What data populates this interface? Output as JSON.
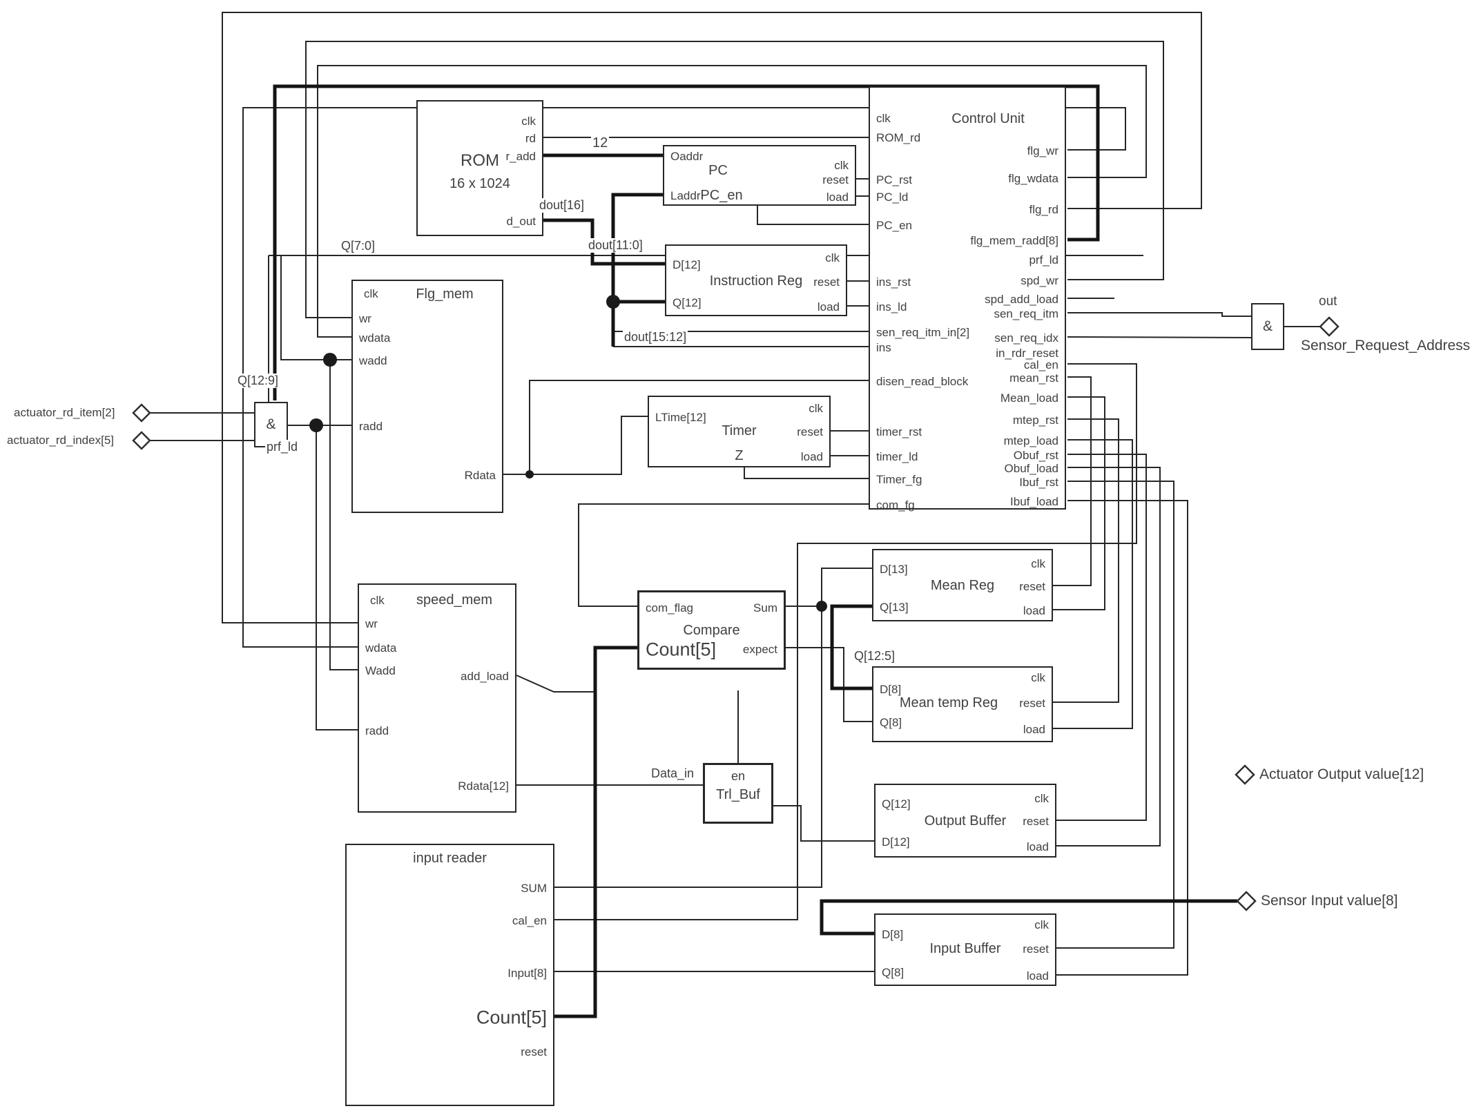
{
  "blocks": {
    "rom": {
      "title": "ROM",
      "subtitle": "16 x 1024",
      "right_ports": [
        "clk",
        "rd",
        "r_add",
        "d_out"
      ]
    },
    "pc": {
      "title": "PC",
      "subtitle": "PC_en",
      "left_ports": [
        "Oaddr",
        "Laddr"
      ],
      "right_ports": [
        "clk",
        "reset",
        "load"
      ]
    },
    "cu": {
      "title": "Control Unit",
      "left_ports": [
        "clk",
        "ROM_rd",
        "PC_rst",
        "PC_ld",
        "PC_en",
        "ins_rst",
        "ins_ld",
        "sen_req_itm_in[2]",
        "ins",
        "disen_read_block",
        "timer_rst",
        "timer_ld",
        "Timer_fg",
        "com_fg"
      ],
      "right_ports": [
        "flg_wr",
        "flg_wdata",
        "flg_rd",
        "flg_mem_radd[8]",
        "prf_ld",
        "spd_wr",
        "spd_add_load",
        "sen_req_itm",
        "sen_req_idx",
        "in_rdr_reset",
        "cal_en",
        "mean_rst",
        "Mean_load",
        "mtep_rst",
        "mtep_load",
        "Obuf_rst",
        "Obuf_load",
        "Ibuf_rst",
        "Ibuf_load"
      ]
    },
    "ir": {
      "title": "Instruction Reg",
      "left_ports": [
        "D[12]",
        "Q[12]"
      ],
      "right_ports": [
        "clk",
        "reset",
        "load"
      ]
    },
    "timer": {
      "title": "Timer",
      "subtitle": "Z",
      "left_ports": [
        "LTime[12]"
      ],
      "right_ports": [
        "clk",
        "reset",
        "load"
      ]
    },
    "flg": {
      "title": "Flg_mem",
      "corner": "clk",
      "left_ports": [
        "wr",
        "wdata",
        "wadd",
        "radd"
      ],
      "right_ports": [
        "Rdata"
      ]
    },
    "spd": {
      "title": "speed_mem",
      "corner": "clk",
      "left_ports": [
        "wr",
        "wdata",
        "Wadd",
        "radd"
      ],
      "right_ports": [
        "add_load",
        "Rdata[12]"
      ]
    },
    "cmp": {
      "title": "Compare",
      "left_ports": [
        "com_flag",
        "Count[5]"
      ],
      "right_ports": [
        "Sum",
        "expect"
      ]
    },
    "mean": {
      "title": "Mean Reg",
      "left_ports": [
        "D[13]",
        "Q[13]"
      ],
      "right_ports": [
        "clk",
        "reset",
        "load"
      ]
    },
    "mtemp": {
      "title": "Mean temp Reg",
      "left_ports": [
        "D[8]",
        "Q[8]"
      ],
      "right_ports": [
        "clk",
        "reset",
        "load"
      ]
    },
    "obuf": {
      "title": "Output Buffer",
      "left_ports": [
        "Q[12]",
        "D[12]"
      ],
      "right_ports": [
        "clk",
        "reset",
        "load"
      ]
    },
    "ibuf": {
      "title": "Input Buffer",
      "left_ports": [
        "D[8]",
        "Q[8]"
      ],
      "right_ports": [
        "clk",
        "reset",
        "load"
      ]
    },
    "irdr": {
      "title": "input reader",
      "right_ports": [
        "SUM",
        "cal_en",
        "Input[8]",
        "Count[5]",
        "reset"
      ]
    },
    "trl": {
      "title": "Trl_Buf",
      "top_port": "en"
    },
    "and_left": {
      "symbol": "&"
    },
    "and_right": {
      "symbol": "&"
    }
  },
  "wire_labels": {
    "rom_addr_width": "12",
    "dout16": "dout[16]",
    "dout11_0": "dout[11:0]",
    "dout15_12": "dout[15:12]",
    "q7_0": "Q[7:0]",
    "q12_9": "Q[12:9]",
    "q12_5": "Q[12:5]",
    "data_in": "Data_in",
    "prf_ld": "prf_ld"
  },
  "external_ports": {
    "actuator_rd_item": "actuator_rd_item[2]",
    "actuator_rd_index": "actuator_rd_index[5]",
    "out": "out",
    "sensor_request_address": "Sensor_Request_Address",
    "actuator_output": "Actuator Output value[12]",
    "sensor_input": "Sensor Input value[8]"
  },
  "colors": {
    "wire": "#262626",
    "text": "#414141",
    "background": "#ffffff"
  }
}
